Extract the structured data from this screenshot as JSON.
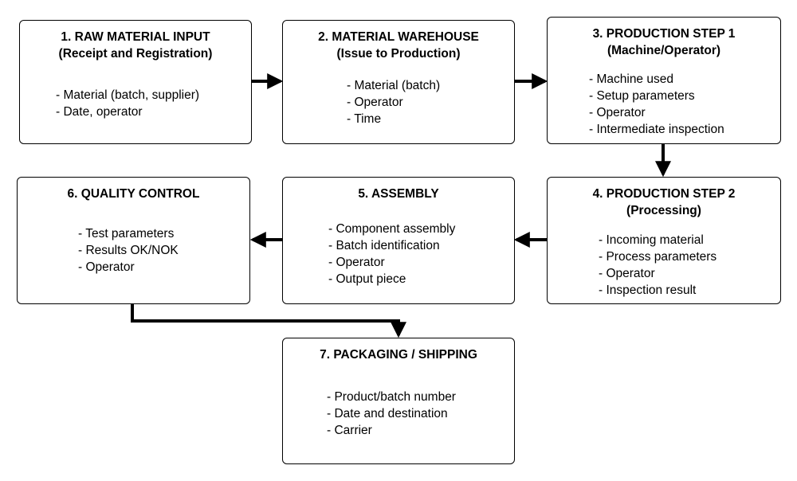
{
  "steps": [
    {
      "title": "1. RAW MATERIAL INPUT",
      "subtitle": "(Receipt and Registration)",
      "items": [
        "Material (batch, supplier)",
        "Date, operator"
      ]
    },
    {
      "title": "2. MATERIAL WAREHOUSE",
      "subtitle": "(Issue to Production)",
      "items": [
        "Material (batch)",
        "Operator",
        "Time"
      ]
    },
    {
      "title": "3. PRODUCTION STEP 1",
      "subtitle": "(Machine/Operator)",
      "items": [
        "Machine used",
        "Setup parameters",
        "Operator",
        "Intermediate inspection"
      ]
    },
    {
      "title": "4. PRODUCTION STEP 2",
      "subtitle": "(Processing)",
      "items": [
        "Incoming material",
        "Process parameters",
        "Operator",
        "Inspection result"
      ]
    },
    {
      "title": "5. ASSEMBLY",
      "items": [
        "Component assembly",
        "Batch identification",
        "Operator",
        "Output piece"
      ]
    },
    {
      "title": "6. QUALITY CONTROL",
      "items": [
        "Test parameters",
        "Results OK/NOK",
        "Operator"
      ]
    },
    {
      "title": "7. PACKAGING / SHIPPING",
      "items": [
        "Product/batch number",
        "Date and destination",
        "Carrier"
      ]
    }
  ],
  "colors": {
    "stroke": "#000000",
    "background": "#ffffff"
  }
}
